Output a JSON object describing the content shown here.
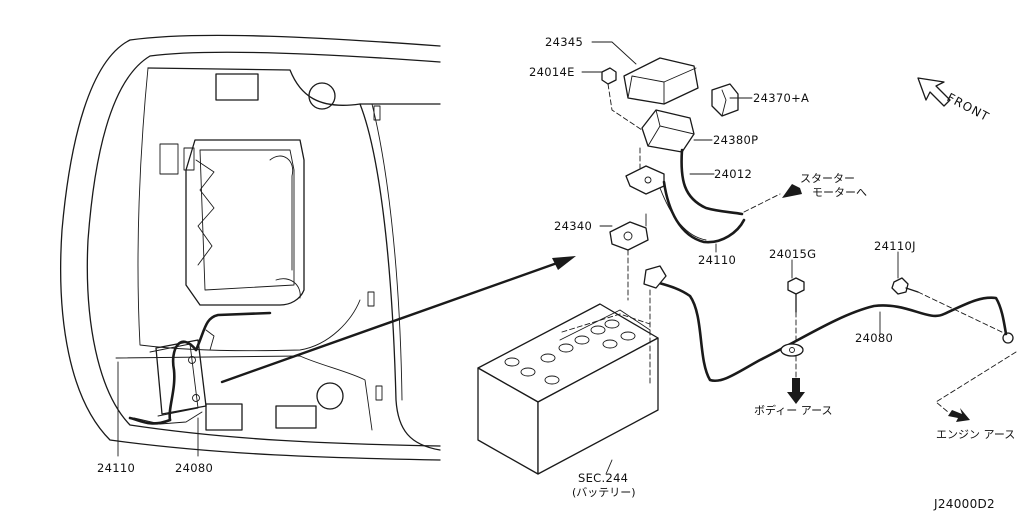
{
  "diagram": {
    "figure_code": "J24000D2",
    "orientation_label": "FRONT",
    "parts": {
      "p24345": "24345",
      "p24014E": "24014E",
      "p24370A": "24370+A",
      "p24380P": "24380P",
      "p24012": "24012",
      "p24340": "24340",
      "p24110": "24110",
      "p24015G": "24015G",
      "p24110J": "24110J",
      "p24080": "24080",
      "p24110_left": "24110",
      "p24080_left": "24080"
    },
    "notes": {
      "starter_line1": "スターター",
      "starter_line2": "モーターへ",
      "body_ground": "ボディー アース",
      "engine_ground": "エンジン アース",
      "sec_line1": "SEC.244",
      "sec_line2": "(バッテリー)"
    }
  }
}
